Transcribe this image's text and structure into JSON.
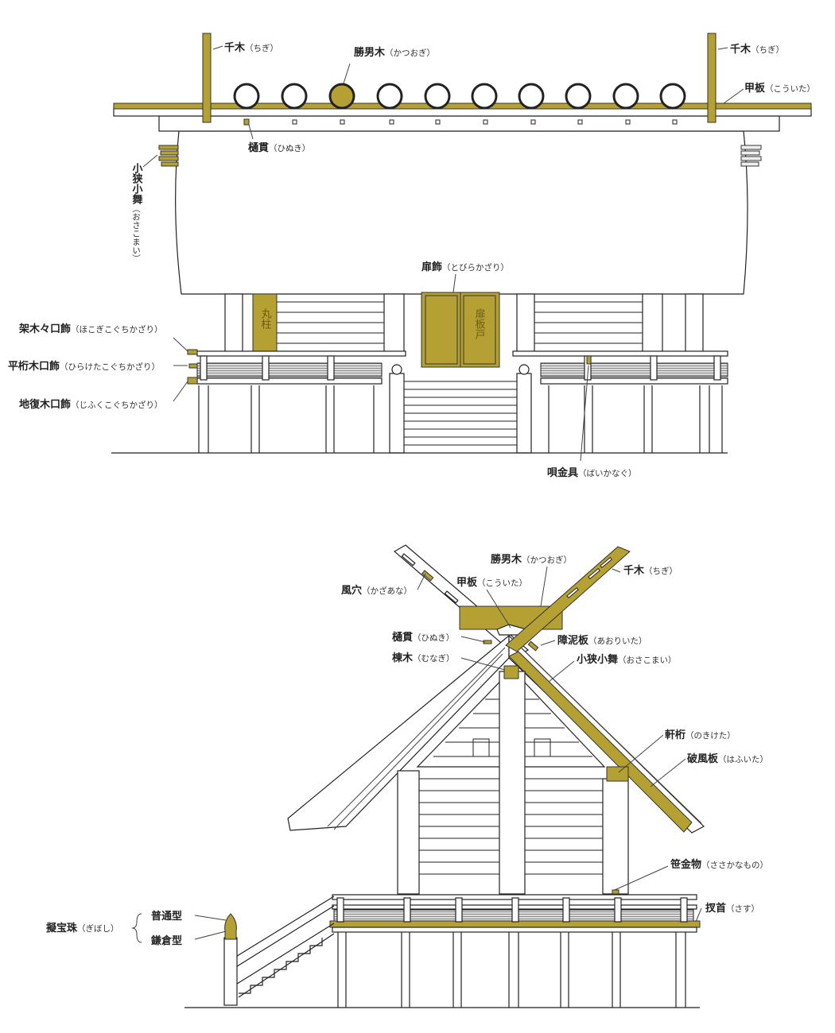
{
  "front_view": {
    "chigi_left": {
      "main": "千木",
      "reading": "（ちぎ）"
    },
    "katsuogi": {
      "main": "勝男木",
      "reading": "（かつおぎ）"
    },
    "chigi_right": {
      "main": "千木",
      "reading": "（ちぎ）"
    },
    "kouita": {
      "main": "甲板",
      "reading": "（こういた）"
    },
    "hinuki": {
      "main": "樋貫",
      "reading": "（ひぬき）"
    },
    "osakomai": {
      "main": "小狭小舞",
      "reading": "（おさこまい）"
    },
    "tobira_kazari": {
      "main": "扉飾",
      "reading": "（とびらかざり）"
    },
    "marubashira": "丸柱",
    "tobira_itado": "扉板戸",
    "hokogi": {
      "main": "架木々口飾",
      "reading": "（ほこぎこぐちかざり）"
    },
    "hiraketa": {
      "main": "平桁木口飾",
      "reading": "（ひらけたこぐちかざり）"
    },
    "jifuku": {
      "main": "地復木口飾",
      "reading": "（じふくこぐちかざり）"
    },
    "baikanagu": {
      "main": "唄金具",
      "reading": "（ばいかなぐ）"
    }
  },
  "side_view": {
    "katsuogi": {
      "main": "勝男木",
      "reading": "（かつおぎ）"
    },
    "chigi": {
      "main": "千木",
      "reading": "（ちぎ）"
    },
    "kouita": {
      "main": "甲板",
      "reading": "（こういた）"
    },
    "kazaana": {
      "main": "風穴",
      "reading": "（かざあな）"
    },
    "hinuki": {
      "main": "樋貫",
      "reading": "（ひぬき）"
    },
    "aoriita": {
      "main": "障泥板",
      "reading": "（あおりいた）"
    },
    "munagi": {
      "main": "棟木",
      "reading": "（むなぎ）"
    },
    "osakomai": {
      "main": "小狭小舞",
      "reading": "（おさこまい）"
    },
    "nokigeta": {
      "main": "軒桁",
      "reading": "（のきけた）"
    },
    "hafuita": {
      "main": "破風板",
      "reading": "（はふいた）"
    },
    "sasakanamono": {
      "main": "笹金物",
      "reading": "（ささかなもの）"
    },
    "sasu": {
      "main": "扠首",
      "reading": "（さす）"
    },
    "giboshi": {
      "main": "擬宝珠",
      "reading": "（ぎぼし）",
      "types": [
        "普通型",
        "鎌倉型"
      ]
    }
  },
  "colors": {
    "accent_gold": "#b5a033",
    "line": "#222222"
  }
}
